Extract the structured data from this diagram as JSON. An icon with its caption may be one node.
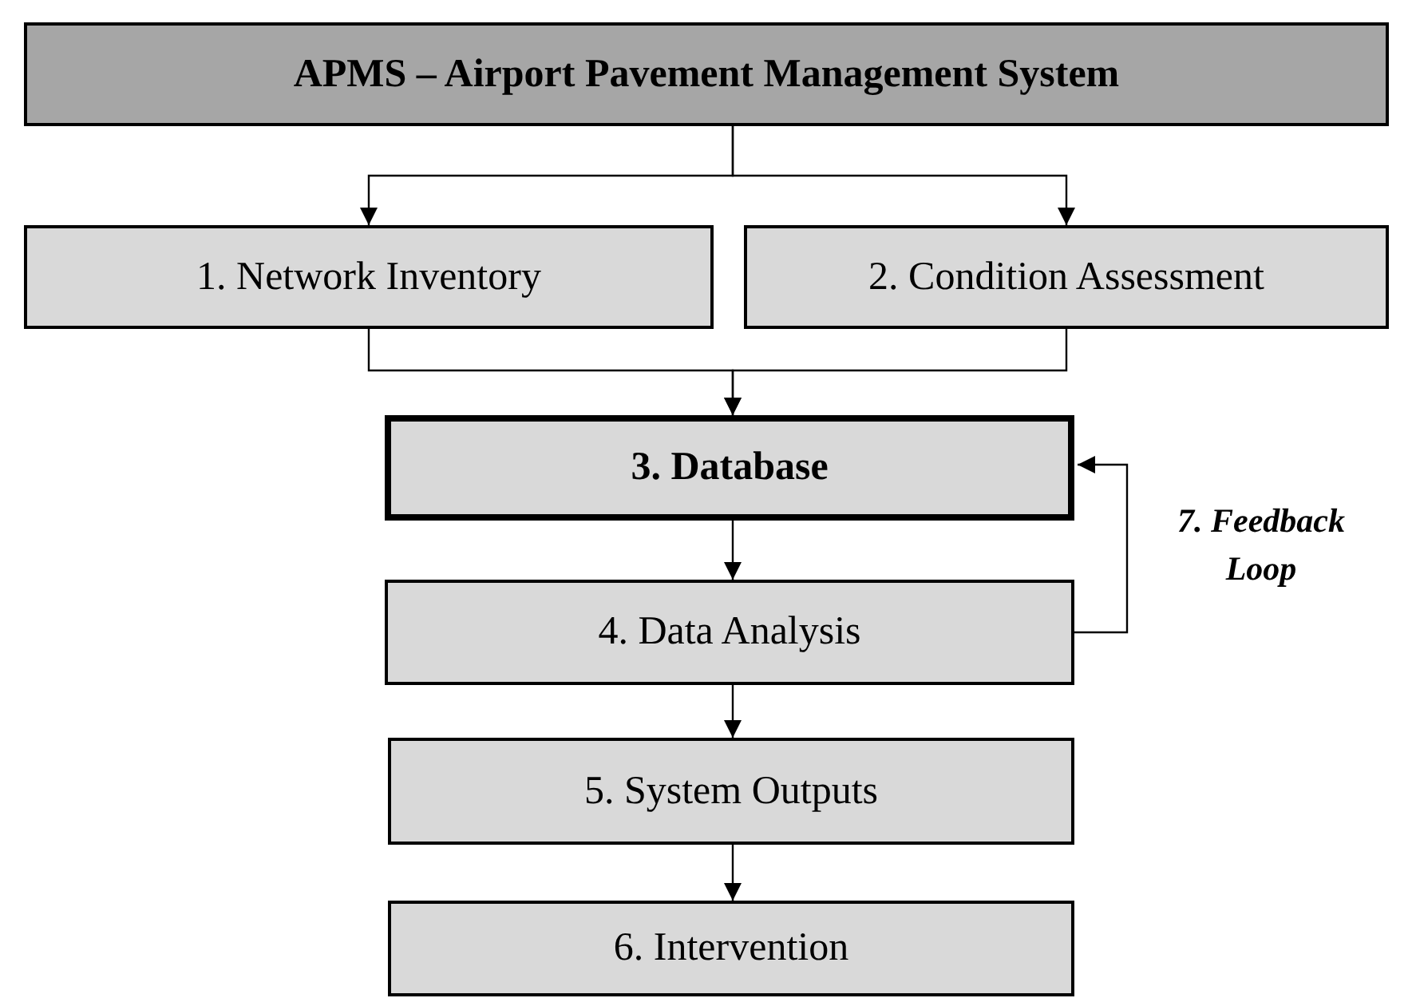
{
  "diagram": {
    "nodes": [
      {
        "text": [
          "APMS – Airport Pavement Management System"
        ]
      },
      {
        "text": [
          "1. Network Inventory"
        ]
      },
      {
        "text": [
          "2. Condition Assessment"
        ]
      },
      {
        "text": [
          "3. Database"
        ]
      },
      {
        "text": [
          "4. Data Analysis"
        ]
      },
      {
        "text": [
          "5. System Outputs"
        ]
      },
      {
        "text": [
          "6. Intervention"
        ]
      }
    ],
    "edges": [
      {
        "from": 0,
        "to": 1,
        "arrow": "to"
      },
      {
        "from": 0,
        "to": 2,
        "arrow": "to"
      },
      {
        "from": 1,
        "to": 3,
        "arrow": "to"
      },
      {
        "from": 2,
        "to": 3,
        "arrow": "to"
      },
      {
        "from": 3,
        "to": 4,
        "arrow": "to"
      },
      {
        "from": 4,
        "to": 5,
        "arrow": "to"
      },
      {
        "from": 5,
        "to": 6,
        "arrow": "to"
      },
      {
        "from": 4,
        "to": 3,
        "arrow": "to",
        "label": "7. Feedback Loop"
      }
    ]
  }
}
